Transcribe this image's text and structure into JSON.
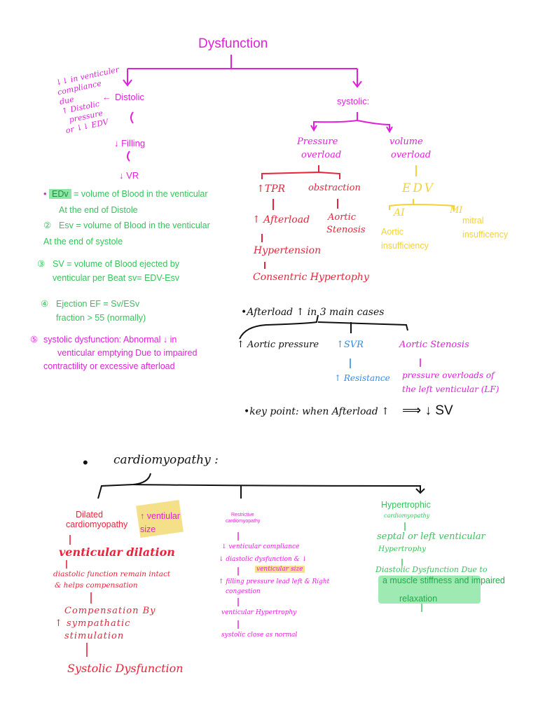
{
  "title": "Dysfunction",
  "diastolic": {
    "label": "Distolic",
    "arrow": "←",
    "side_note": [
      "↓↓ in venticuler",
      "compliance",
      "due",
      "↑ Distolic",
      "pressure",
      "or ↓↓ EDV"
    ],
    "flow": [
      "↓ Filling",
      "↓ VR"
    ]
  },
  "definitions": {
    "edv_bullet": "•",
    "edv_abbr": "EDv",
    "edv_rest": "= volume of Blood in the venticular",
    "edv_line2": "At the end of Distole",
    "esv_num": "②",
    "esv_line1": "Esv = volume of Blood in the venticular",
    "esv_line2": "At the end of systole",
    "sv_num": "③",
    "sv_line1": "SV = volume of Blood ejected by",
    "sv_line2": "venticular per Beat sv= EDV-Esv",
    "ef_num": "④",
    "ef_line1": "Ejection EF = Sv/ESv",
    "ef_line2": "fraction > 55 (normally)",
    "sd_num": "⑤",
    "sd_line1": "systolic dysfunction: Abnormal ↓ in",
    "sd_line2": "venticular emptying Due to impaired",
    "sd_line3": "contractility or excessive afterload"
  },
  "systolic": {
    "label": "systolic:",
    "pressure_overload": [
      "Pressure",
      "overload"
    ],
    "ttpr": "↑TPR",
    "afterload": "↑ Afterload",
    "hypertension": "Hypertension",
    "concentric": "Consentric Hypertophy",
    "obstruction": "obstraction",
    "aortic_stenosis": [
      "Aortic",
      "Stenosis"
    ],
    "volume_overload": [
      "volume",
      "overload"
    ],
    "edv": "EDV",
    "ai": "AI",
    "mi": "MI",
    "aortic_insuff": [
      "Aortic",
      "insufficiency"
    ],
    "mitral_insuff": [
      "mitral",
      "insufficency"
    ]
  },
  "afterload_causes": {
    "heading": "•Afterload ↑ in 3 main cases",
    "cause1": "↑ Aortic pressure",
    "cause2": "↑SVR",
    "cause2_sub": "↑ Resistance",
    "cause3": "Aortic Stenosis",
    "cause3_sub": [
      "pressure overloads of",
      "the left venticular (LF)"
    ],
    "key_point": "•key point: when Afterload ↑",
    "key_result": "⟹ ↓ SV"
  },
  "cardiomyopathy": {
    "bullet": "•",
    "heading": "cardiomyopathy :",
    "dilated": {
      "label": [
        "Dilated",
        "cardiomyopathy"
      ],
      "highlight": [
        "↑ ventiular",
        "size"
      ],
      "dilation": "venticular dilation",
      "note": [
        "diastolic function remain intact",
        "& helps compensation"
      ],
      "comp": [
        "Compensation By",
        "↑ sympathatic",
        "stimulation"
      ],
      "result": "Systolic Dysfunction"
    },
    "restrictive": {
      "label": [
        "Restrictive",
        "cardiomyopathy"
      ],
      "items": [
        "↓ venticular compliance",
        "↓ diastolic dysfunction & ↓",
        "venticular size",
        "↑ filling pressure lead left & Right",
        "congestion",
        "venticular Hypertrophy",
        "systolic close as normal"
      ]
    },
    "hypertrophic": {
      "label": "Hypertrophic",
      "sub": "cardiomyopathy",
      "lines": [
        "septal or left venticular",
        "Hypertrophy",
        "Diastolic Dysfunction Due to",
        "a muscle stiffness and impaired",
        "relaxation"
      ]
    }
  },
  "colors": {
    "magenta": "#e020d8",
    "red": "#e8243c",
    "green": "#34c45a",
    "yellow": "#f2d23a",
    "blue": "#2b8cf0"
  }
}
